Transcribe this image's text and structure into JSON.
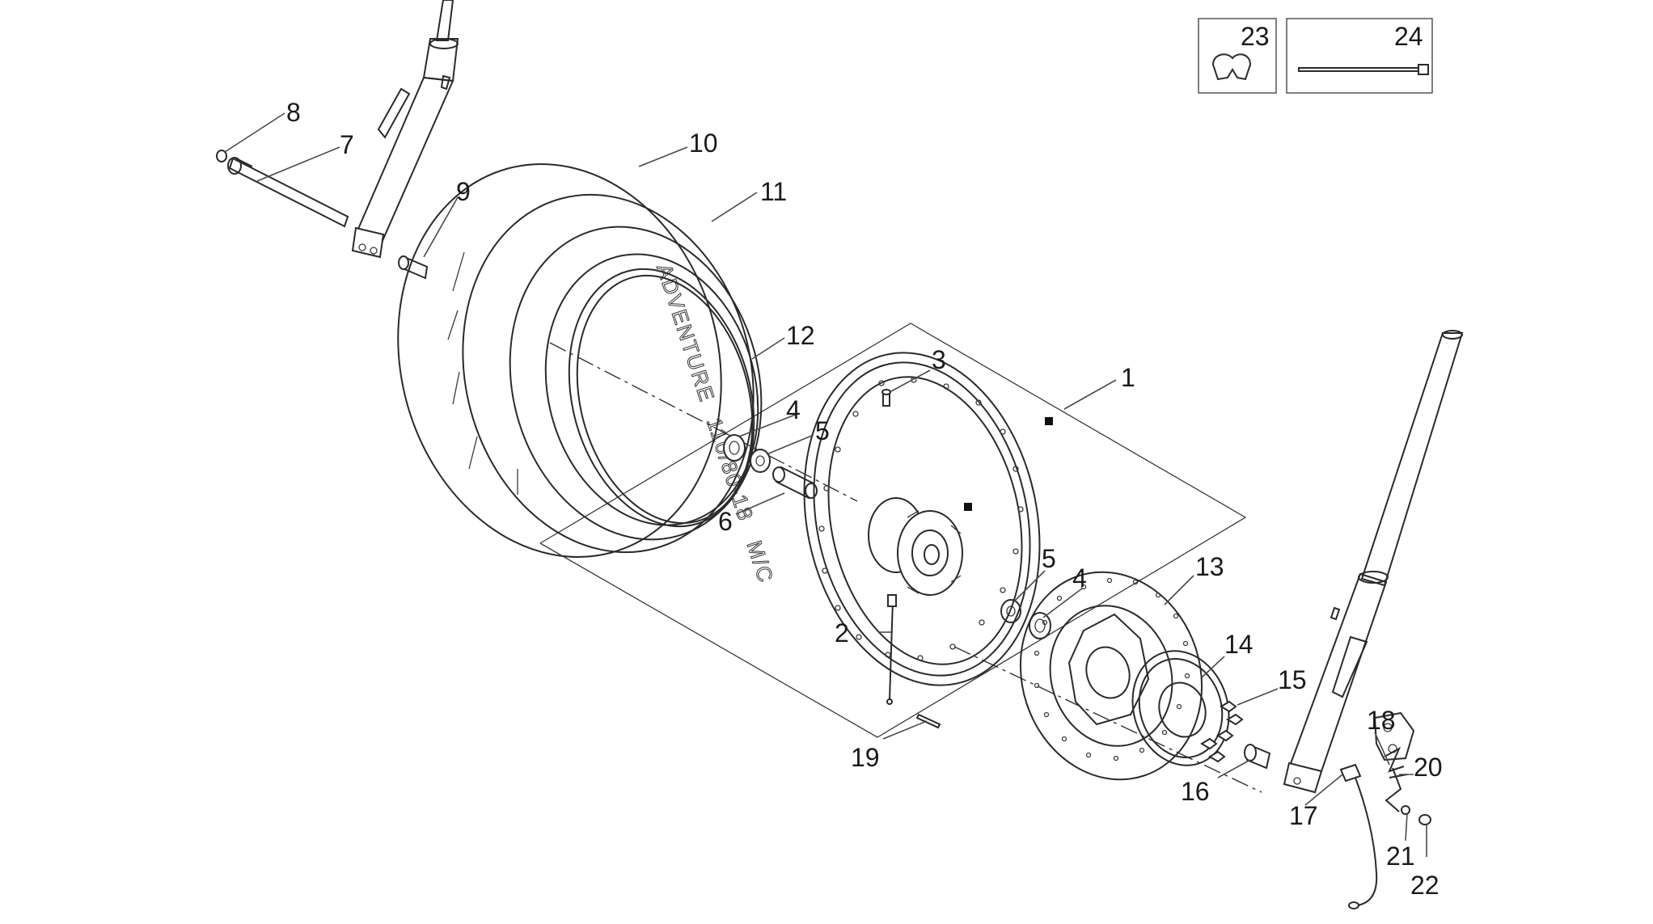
{
  "tire_text": {
    "brand": "ADVENTURE",
    "size": "110/80-18",
    "suffix": "M/C"
  },
  "callouts": [
    {
      "id": "1",
      "label": "1"
    },
    {
      "id": "2",
      "label": "2"
    },
    {
      "id": "3",
      "label": "3"
    },
    {
      "id": "4a",
      "label": "4"
    },
    {
      "id": "4b",
      "label": "4"
    },
    {
      "id": "5a",
      "label": "5"
    },
    {
      "id": "5b",
      "label": "5"
    },
    {
      "id": "6",
      "label": "6"
    },
    {
      "id": "7",
      "label": "7"
    },
    {
      "id": "8",
      "label": "8"
    },
    {
      "id": "9",
      "label": "9"
    },
    {
      "id": "10",
      "label": "10"
    },
    {
      "id": "11",
      "label": "11"
    },
    {
      "id": "12",
      "label": "12"
    },
    {
      "id": "13",
      "label": "13"
    },
    {
      "id": "14",
      "label": "14"
    },
    {
      "id": "15",
      "label": "15"
    },
    {
      "id": "16",
      "label": "16"
    },
    {
      "id": "17",
      "label": "17"
    },
    {
      "id": "18",
      "label": "18"
    },
    {
      "id": "19",
      "label": "19"
    },
    {
      "id": "20",
      "label": "20"
    },
    {
      "id": "21",
      "label": "21"
    },
    {
      "id": "22",
      "label": "22"
    },
    {
      "id": "23",
      "label": "23"
    },
    {
      "id": "24",
      "label": "24"
    }
  ]
}
